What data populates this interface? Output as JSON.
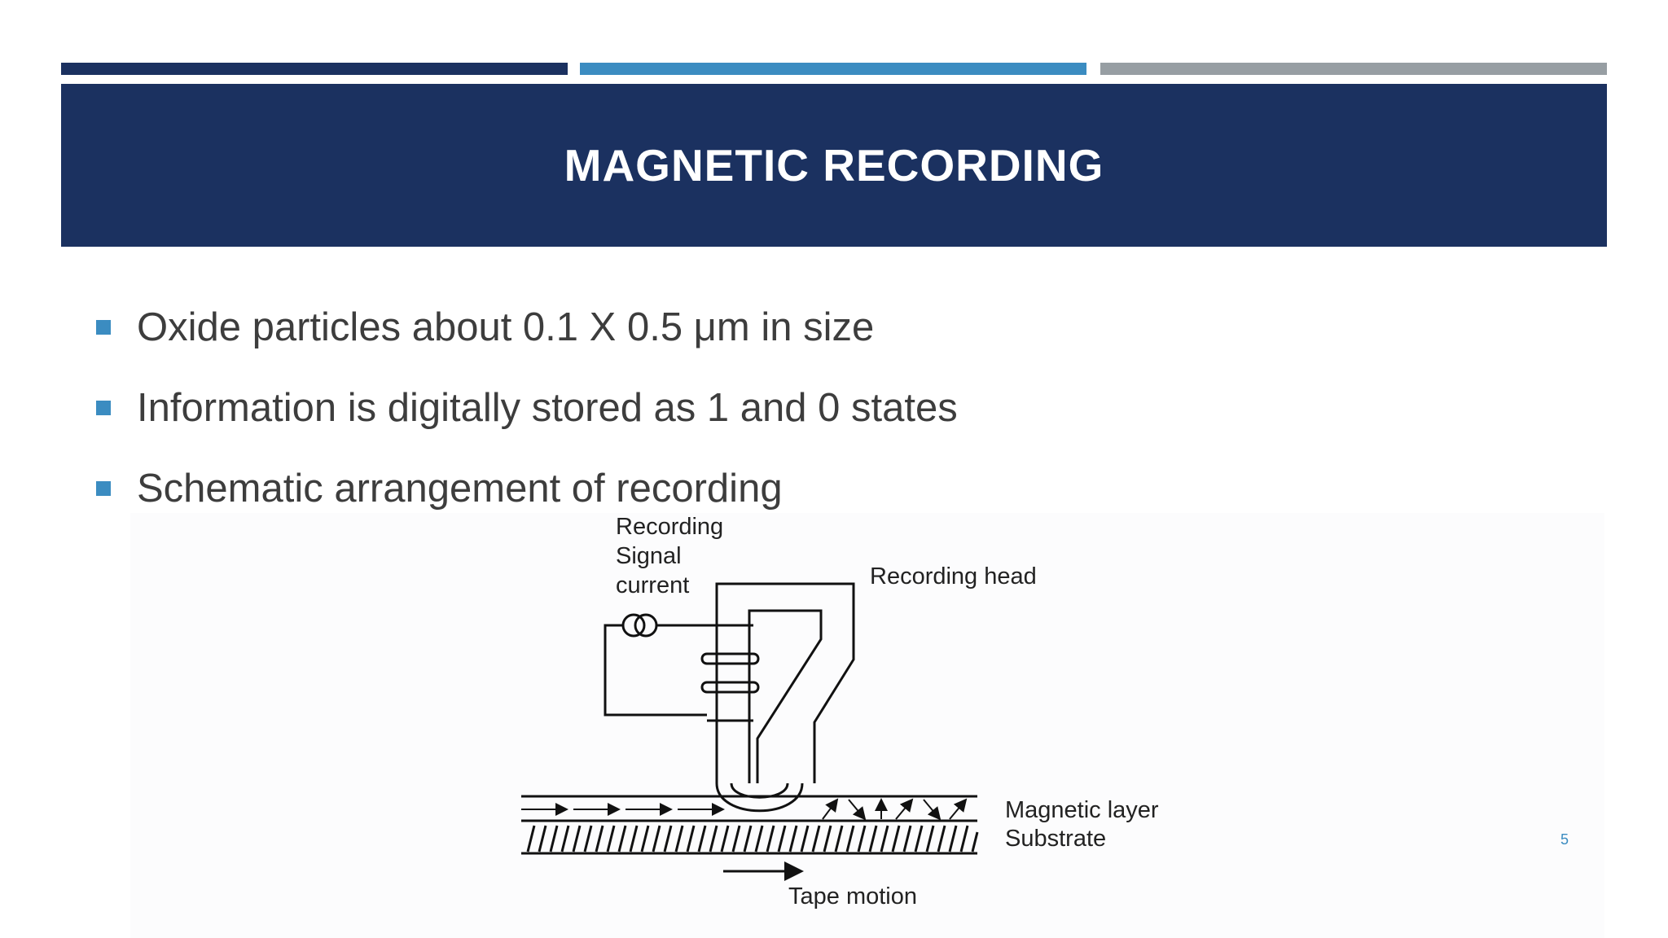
{
  "slide": {
    "title": "MAGNETIC RECORDING",
    "bullets": [
      "Oxide particles about 0.1 X 0.5 μm in size",
      "Information is digitally stored as 1 and 0 states",
      "Schematic arrangement of recording"
    ],
    "page_number": "5",
    "accent_colors": {
      "dark_blue": "#1b3160",
      "light_blue": "#3b8cc1",
      "gray": "#979ea3"
    }
  },
  "diagram": {
    "recording_signal_label": [
      "Recording",
      "Signal",
      "current"
    ],
    "recording_head_label": "Recording head",
    "magnetic_layer_label": "Magnetic layer",
    "substrate_label": "Substrate",
    "tape_motion_label": "Tape motion"
  }
}
